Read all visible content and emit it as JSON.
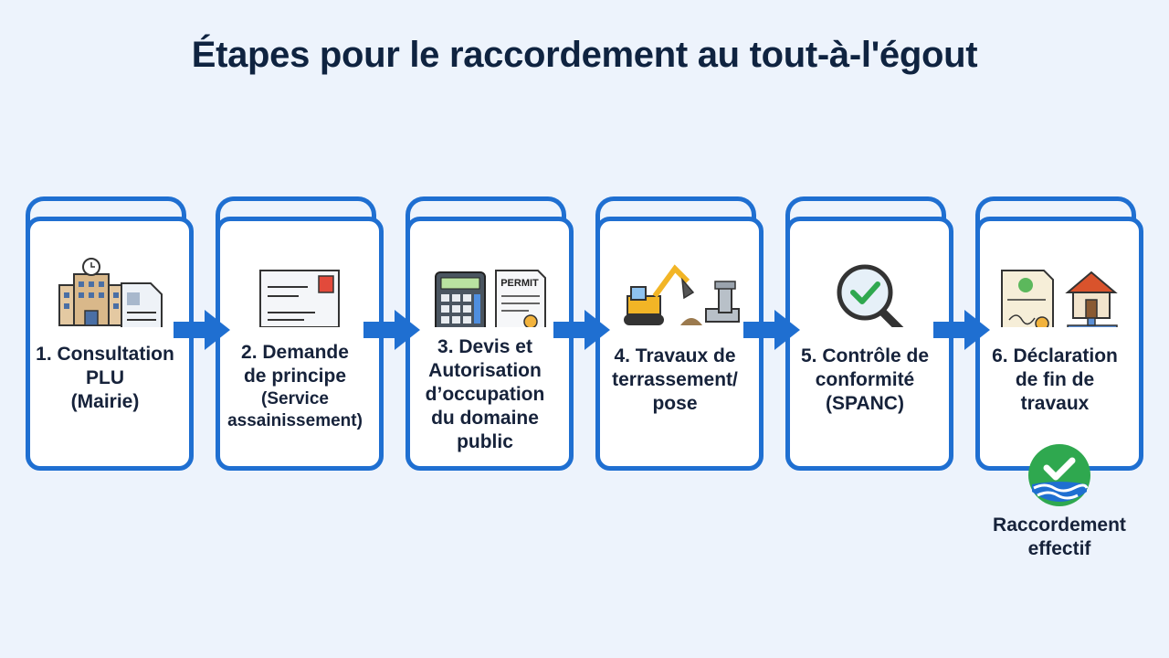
{
  "title": "Étapes pour le raccordement au tout-à-l'égout",
  "steps": [
    {
      "lines": [
        "1. Consultation",
        "PLU",
        "(Mairie)"
      ],
      "icons": [
        "town-hall-icon",
        "document-icon"
      ]
    },
    {
      "lines": [
        "2. Demande",
        "de principe",
        "(Service",
        "assainissement)"
      ],
      "icons": [
        "envelope-letter-icon"
      ]
    },
    {
      "lines": [
        "3. Devis et",
        "Autorisation",
        "d’occupation",
        "du domaine",
        "public"
      ],
      "icons": [
        "calculator-icon",
        "permit-document-icon"
      ],
      "permit_text": "PERMIT"
    },
    {
      "lines": [
        "4. Travaux de",
        "terrassement/",
        "pose"
      ],
      "icons": [
        "excavator-icon",
        "pipe-icon"
      ]
    },
    {
      "lines": [
        "5. Contrôle de",
        "conformité",
        "(SPANC)"
      ],
      "icons": [
        "magnifier-check-icon"
      ]
    },
    {
      "lines": [
        "6. Déclaration",
        "de fin de",
        "travaux"
      ],
      "icons": [
        "certificate-icon",
        "house-pipe-icon"
      ]
    }
  ],
  "final": {
    "lines": [
      "Raccordement",
      "effectif"
    ],
    "icon": "checkmark-water-icon"
  },
  "colors": {
    "accent": "#1f6fd1",
    "title": "#0f2340",
    "background": "#edf3fc",
    "success": "#2fa84f"
  }
}
